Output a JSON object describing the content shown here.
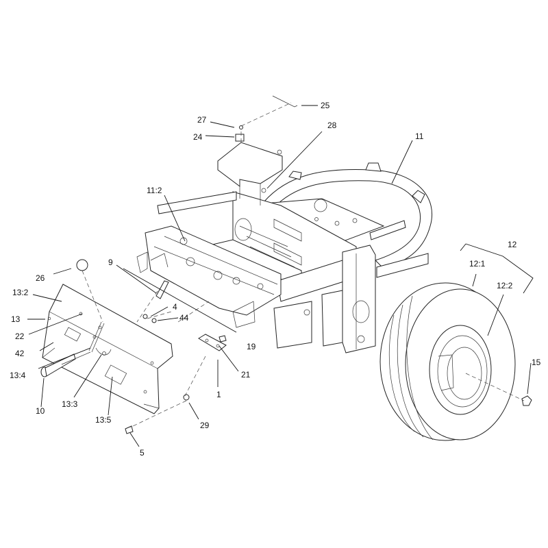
{
  "diagram": {
    "callouts": {
      "c1": "1",
      "c4": "4",
      "c5": "5",
      "c9": "9",
      "c10": "10",
      "c11": "11",
      "c11_2": "11:2",
      "c12": "12",
      "c12_1": "12:1",
      "c12_2": "12:2",
      "c13": "13",
      "c13_2": "13:2",
      "c13_3": "13:3",
      "c13_4": "13:4",
      "c13_5": "13:5",
      "c15": "15",
      "c19": "19",
      "c21": "21",
      "c22": "22",
      "c24": "24",
      "c25": "25",
      "c26": "26",
      "c27": "27",
      "c28": "28",
      "c29": "29",
      "c42": "42",
      "c44": "44"
    }
  }
}
